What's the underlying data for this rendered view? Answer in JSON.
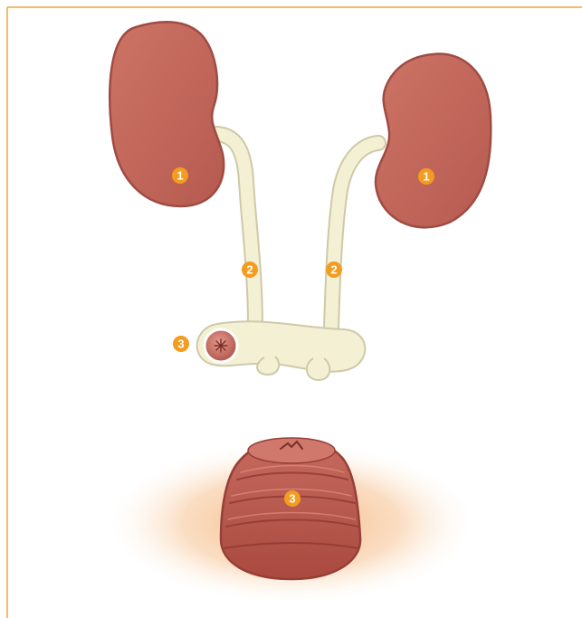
{
  "colors": {
    "border": "#f0a63a",
    "kidney": "#c0655a",
    "kidney_dark": "#9f4b43",
    "ureter": "#f4f0d4",
    "ureter_outline": "#cfc9a8",
    "marker": "#f39c1f",
    "glow": "#f6c9a0",
    "stoma": "#b9584f",
    "stoma_light": "#d37b70"
  },
  "markers": [
    {
      "id": "kidney-left",
      "label": "1"
    },
    {
      "id": "kidney-right",
      "label": "1"
    },
    {
      "id": "ureter-left",
      "label": "2"
    },
    {
      "id": "ureter-right",
      "label": "2"
    },
    {
      "id": "conduit",
      "label": "3"
    },
    {
      "id": "stoma",
      "label": "3"
    }
  ]
}
